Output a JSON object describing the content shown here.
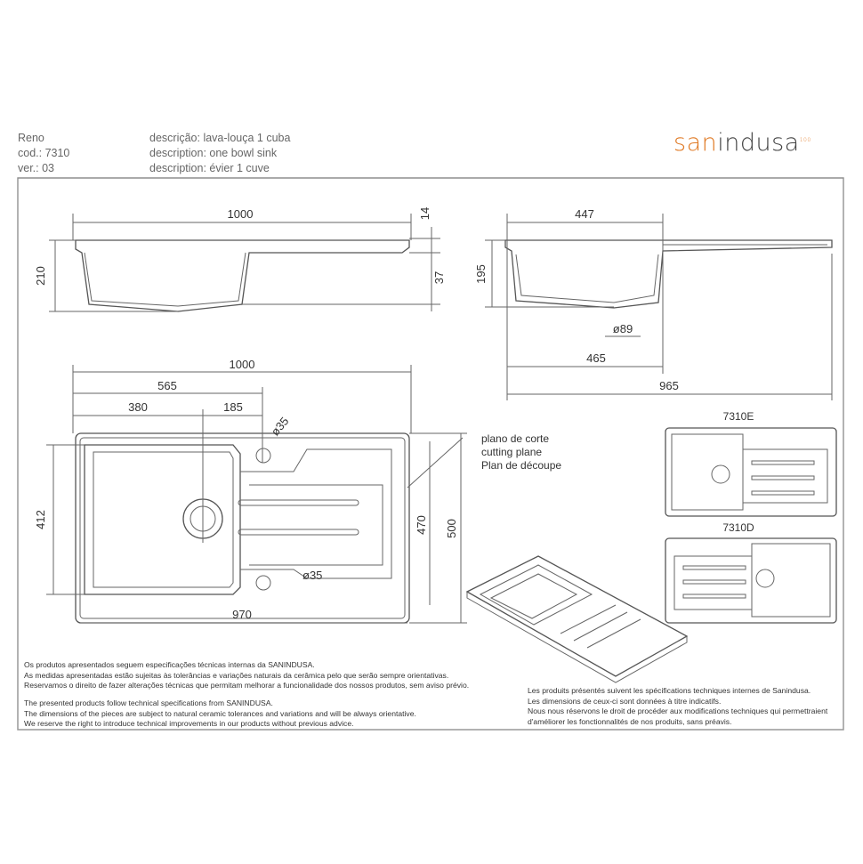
{
  "header": {
    "model": "Reno",
    "code": "cod.: 7310",
    "version": "ver.: 03",
    "desc_pt": "descrição: lava-louça 1 cuba",
    "desc_en": "description: one bowl sink",
    "desc_fr": "description: évier 1 cuve"
  },
  "logo": {
    "part1": "san",
    "part2": "indusa",
    "mark": "100"
  },
  "side_view_left": {
    "width": "1000",
    "height": "210",
    "rim": "14",
    "depth_offset": "37"
  },
  "side_view_right": {
    "bowl_width": "447",
    "height": "195",
    "drain": "ø89",
    "overall_bowl": "465",
    "total": "965"
  },
  "plan_view": {
    "total": "1000",
    "to_hole": "565",
    "to_drain": "380",
    "drain_to_hole": "185",
    "hole_top": "ø35",
    "hole_bottom": "ø35",
    "bowl_depth": "412",
    "inner_depth": "470",
    "depth": "500",
    "inner_width": "970"
  },
  "cutting_plane": {
    "pt": "plano de corte",
    "en": "cutting plane",
    "fr": "Plan de découpe"
  },
  "variants": [
    {
      "label": "7310E"
    },
    {
      "label": "7310D"
    }
  ],
  "notes_pt": [
    "Os produtos apresentados seguem especificações técnicas internas da SANINDUSA.",
    "As medidas apresentadas estão sujeitas às tolerâncias e variações naturais da cerâmica pelo que serão sempre orientativas.",
    "Reservamos o direito de fazer alterações técnicas que permitam melhorar a funcionalidade dos nossos produtos, sem aviso prévio."
  ],
  "notes_en": [
    "The presented products follow technical specifications from SANINDUSA.",
    "The dimensions of the pieces are subject to natural ceramic tolerances and variations and will be always orientative.",
    "We reserve the right to introduce technical improvements in our products without previous advice."
  ],
  "notes_fr": [
    "Les produits présentés suivent les spécifications techniques internes de Sanindusa.",
    "Les dimensions de ceux-ci sont données à titre indicatifs.",
    "Nous nous réservons le droit de procéder aux modifications techniques qui permettraient",
    "d'améliorer les fonctionnalités de nos produits, sans préavis."
  ]
}
